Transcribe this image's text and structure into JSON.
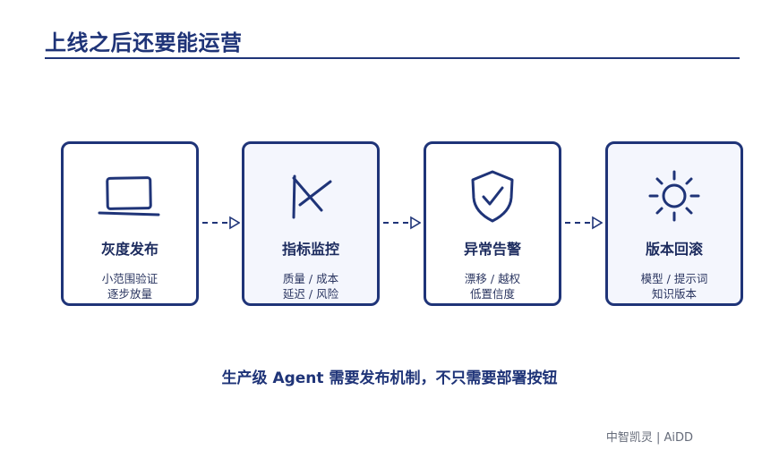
{
  "slide": {
    "title": "上线之后还要能运营",
    "message": "生产级 Agent 需要发布机制，不只需要部署按钮",
    "brand": "中智凯灵 | AiDD"
  },
  "steps": [
    {
      "title": "灰度发布",
      "line1": "小范围验证",
      "line2": "逐步放量",
      "icon": "laptop-icon"
    },
    {
      "title": "指标监控",
      "line1": "质量 / 成本",
      "line2": "延迟 / 风险",
      "icon": "metrics-chart-icon"
    },
    {
      "title": "异常告警",
      "line1": "漂移 / 越权",
      "line2": "低置信度",
      "icon": "shield-check-icon"
    },
    {
      "title": "版本回滚",
      "line1": "模型 / 提示词",
      "line2": "知识版本",
      "icon": "sun-burst-icon"
    }
  ],
  "colors": {
    "primary": "#1f3478",
    "card_tint": "#f4f6fd",
    "footer_text": "#666c7a"
  }
}
